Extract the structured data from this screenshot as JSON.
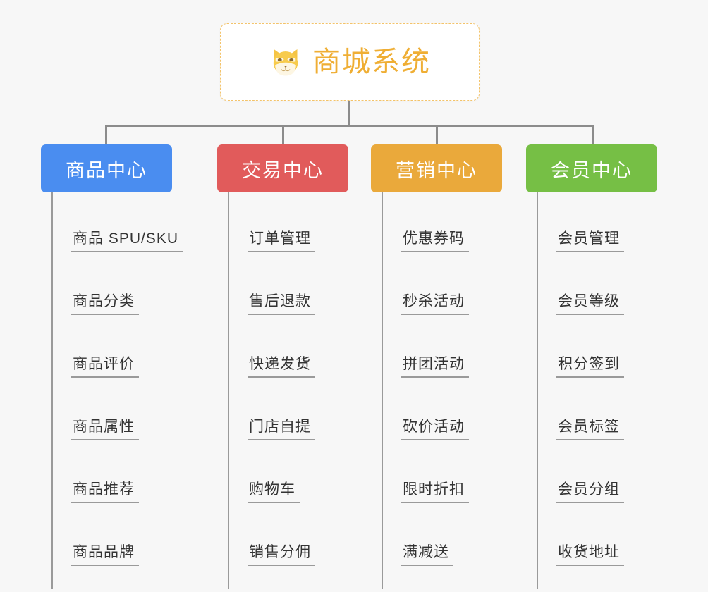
{
  "root": {
    "title": "商城系统",
    "icon": "shiba-dog-icon",
    "title_color": "#efae34",
    "border_color": "#f3c36a",
    "background": "#ffffff"
  },
  "canvas": {
    "background": "#f7f7f7",
    "connector_color": "#8c8c8c",
    "leaf_line_color": "#9a9a9a",
    "leaf_text_color": "#333333"
  },
  "columns": [
    {
      "id": "product-center",
      "label": "商品中心",
      "color": "#4a8df0",
      "leaves": [
        "商品 SPU/SKU",
        "商品分类",
        "商品评价",
        "商品属性",
        "商品推荐",
        "商品品牌"
      ]
    },
    {
      "id": "trade-center",
      "label": "交易中心",
      "color": "#e15b5b",
      "leaves": [
        "订单管理",
        "售后退款",
        "快递发货",
        "门店自提",
        "购物车",
        "销售分佣"
      ]
    },
    {
      "id": "marketing-center",
      "label": "营销中心",
      "color": "#eaa93b",
      "leaves": [
        "优惠券码",
        "秒杀活动",
        "拼团活动",
        "砍价活动",
        "限时折扣",
        "满减送"
      ]
    },
    {
      "id": "member-center",
      "label": "会员中心",
      "color": "#76bf45",
      "leaves": [
        "会员管理",
        "会员等级",
        "积分签到",
        "会员标签",
        "会员分组",
        "收货地址"
      ]
    }
  ]
}
